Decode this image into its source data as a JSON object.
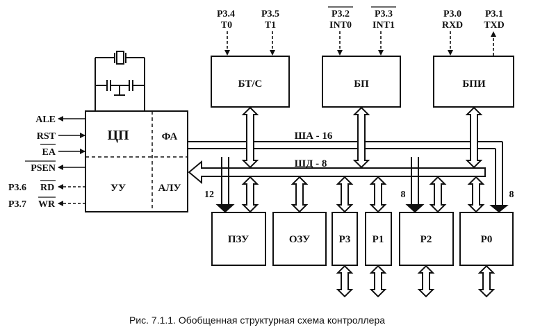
{
  "cpu": {
    "title": "ЦП",
    "fa": "ФА",
    "uu": "УУ",
    "alu": "АЛУ"
  },
  "left_signals": {
    "ale": "ALE",
    "rst": "RST",
    "ea": "EA",
    "psen": "PSEN",
    "p36_prefix": "P3.6",
    "p36_name": "RD",
    "p37_prefix": "P3.7",
    "p37_name": "WR"
  },
  "blocks": {
    "btc": "БТ/С",
    "bp": "БП",
    "bpi": "БПИ",
    "pzu": "ПЗУ",
    "ozu": "ОЗУ",
    "p3": "P3",
    "p1": "P1",
    "p2": "P2",
    "p0": "P0"
  },
  "top_pins": {
    "p34": "P3.4",
    "t0": "T0",
    "p35": "P3.5",
    "t1": "T1",
    "p32": "P3.2",
    "int0": "INT0",
    "p33": "P3.3",
    "int1": "INT1",
    "p30": "P3.0",
    "rxd": "RXD",
    "p31": "P3.1",
    "txd": "TXD"
  },
  "buses": {
    "address": "ША - 16",
    "data": "ШД - 8"
  },
  "widths": {
    "pzu_addr": "12",
    "p2_width": "8",
    "p0_width": "8"
  },
  "caption": "Рис. 7.1.1. Обобщенная структурная схема контроллера"
}
